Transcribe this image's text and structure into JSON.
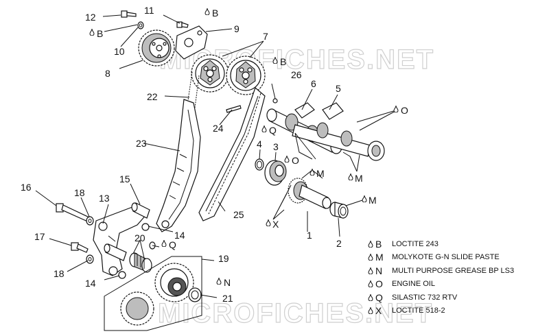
{
  "watermark": "MICROFICHES.NET",
  "callouts": {
    "c1": "1",
    "c2": "2",
    "c3": "3",
    "c4": "4",
    "c5": "5",
    "c6": "6",
    "c7": "7",
    "c8": "8",
    "c9": "9",
    "c10": "10",
    "c11": "11",
    "c12": "12",
    "c13": "13",
    "c14a": "14",
    "c14b": "14",
    "c15": "15",
    "c16": "16",
    "c17": "17",
    "c18a": "18",
    "c18b": "18",
    "c19": "19",
    "c20": "20",
    "c21": "21",
    "c22": "22",
    "c23": "23",
    "c24": "24",
    "c25": "25",
    "c26": "26"
  },
  "symbols": {
    "b1": "B",
    "b2": "B",
    "b3": "B",
    "o1": "O",
    "o2": "O",
    "q1": "Q",
    "q2": "Q",
    "m1": "M",
    "m2": "M",
    "m3": "M",
    "x1": "X",
    "n1": "N"
  },
  "legend": [
    {
      "key": "B",
      "text": "LOCTITE 243"
    },
    {
      "key": "M",
      "text": "MOLYKOTE G-N SLIDE PASTE"
    },
    {
      "key": "N",
      "text": "MULTI PURPOSE GREASE BP LS3"
    },
    {
      "key": "O",
      "text": "ENGINE OIL"
    },
    {
      "key": "Q",
      "text": "SILASTIC 732 RTV"
    },
    {
      "key": "X",
      "text": "LOCTITE 518-2"
    }
  ]
}
